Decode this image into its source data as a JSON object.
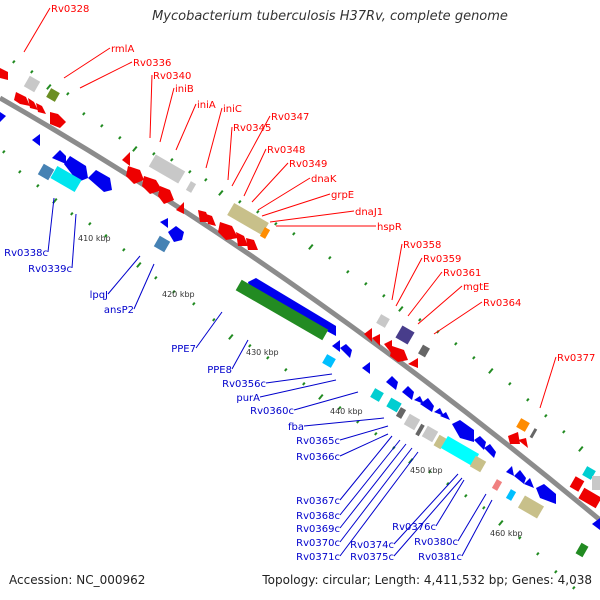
{
  "title": "Mycobacterium tuberculosis H37Rv, complete genome",
  "footer": {
    "accession": "Accession: NC_000962",
    "summary": "Topology: circular; Length: 4,411,532 bp; Genes: 4,038"
  },
  "genome": {
    "accession": "NC_000962",
    "topology": "circular",
    "length_bp": 4411532,
    "genes": 4038
  },
  "colors": {
    "forward_label": "#ff0000",
    "reverse_label": "#0000cc",
    "backbone": "#999999",
    "tick": "#228b22"
  },
  "kbp_ticks": [
    "410 kbp",
    "420 kbp",
    "430 kbp",
    "440 kbp",
    "450 kbp",
    "460 kbp"
  ],
  "forward_labels": [
    "Rv0328",
    "rmlA",
    "Rv0336",
    "Rv0340",
    "iniB",
    "iniA",
    "iniC",
    "Rv0345",
    "Rv0347",
    "Rv0348",
    "Rv0349",
    "dnaK",
    "grpE",
    "dnaJ1",
    "hspR",
    "Rv0358",
    "Rv0359",
    "Rv0361",
    "mgtE",
    "Rv0364",
    "Rv0377"
  ],
  "reverse_labels": [
    "Rv0338c",
    "Rv0339c",
    "lpqJ",
    "ansP2",
    "PPE7",
    "PPE8",
    "Rv0356c",
    "purA",
    "Rv0360c",
    "fba",
    "Rv0365c",
    "Rv0366c",
    "Rv0367c",
    "Rv0368c",
    "Rv0369c",
    "Rv0370c",
    "Rv0371c",
    "Rv0374c",
    "Rv0375c",
    "Rv0376c",
    "Rv0380c",
    "Rv0381c"
  ]
}
